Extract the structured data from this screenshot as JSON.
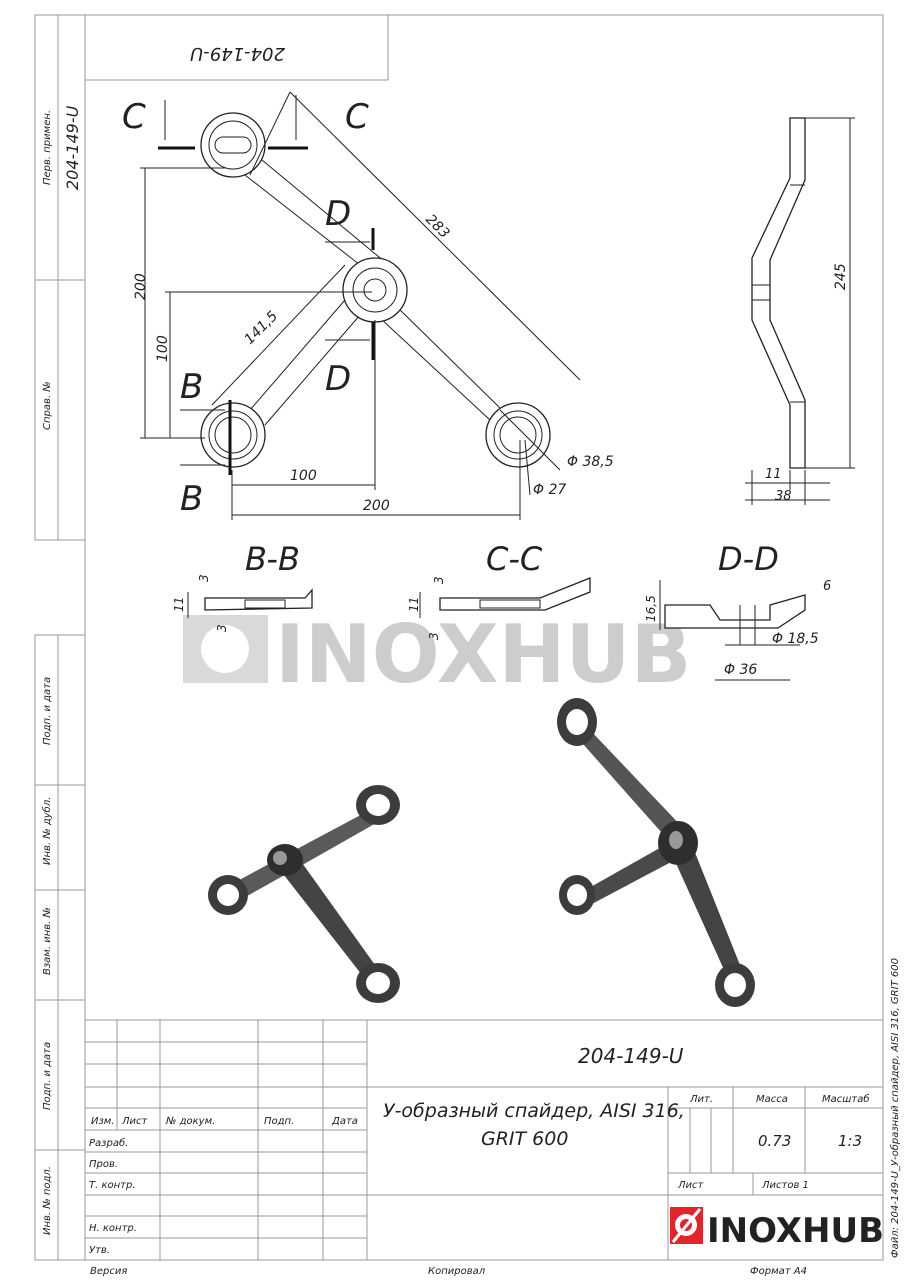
{
  "side_strip": {
    "perv_primen": "Перв. примен.",
    "perv_value": "204-149-U",
    "sprav": "Справ. №",
    "podp_data_1": "Подп. и дата",
    "inv_dubl": "Инв. № дубл.",
    "vzam_inv": "Взам. инв. №",
    "podp_data_2": "Подп. и дата",
    "inv_podl": "Инв. № подл."
  },
  "top_box": {
    "designation_rotated": "204-149-U"
  },
  "drawing": {
    "section_marks": {
      "c": "C",
      "d": "D",
      "b": "B"
    },
    "dims": {
      "d283": "283",
      "d200v": "200",
      "d100v": "100",
      "d141": "141,5",
      "d100h": "100",
      "d200h": "200",
      "phi385": "Φ 38,5",
      "phi27": "Φ 27",
      "d245": "245",
      "d11": "11",
      "d38": "38"
    },
    "sections": {
      "bb": {
        "title": "B-B",
        "d3a": "3",
        "d11": "11",
        "d3b": "3"
      },
      "cc": {
        "title": "C-C",
        "d3a": "3",
        "d11": "11",
        "d3b": "3"
      },
      "dd": {
        "title": "D-D",
        "d165": "16,5",
        "d6": "6",
        "phi185": "Φ 18,5",
        "phi36": "Φ 36"
      }
    },
    "watermark": "INOXHUB"
  },
  "title_block": {
    "designation": "204-149-U",
    "title_line1": "У-образный спайдер, AISI 316,",
    "title_line2": "GRIT 600",
    "headers": {
      "izm": "Изм.",
      "list": "Лист",
      "doc": "№ докум.",
      "podp": "Подп.",
      "data": "Дата"
    },
    "roles": [
      "Разраб.",
      "Пров.",
      "Т. контр.",
      "",
      "Н. контр.",
      "Утв."
    ],
    "lit_label": "Лит.",
    "mass_label": "Масса",
    "scale_label": "Масштаб",
    "mass_value": "0.73",
    "scale_value": "1:3",
    "sheet_label": "Лист",
    "sheets_label": "Листов 1",
    "logo_text": "INOXHUB",
    "brand_color": "#e0262b"
  },
  "footer": {
    "version": "Версия",
    "copied": "Копировал",
    "format": "Формат A4"
  },
  "file_note": "Файл: 204-149-U_У-образный спайдер, AISI 316, GRIT 600"
}
